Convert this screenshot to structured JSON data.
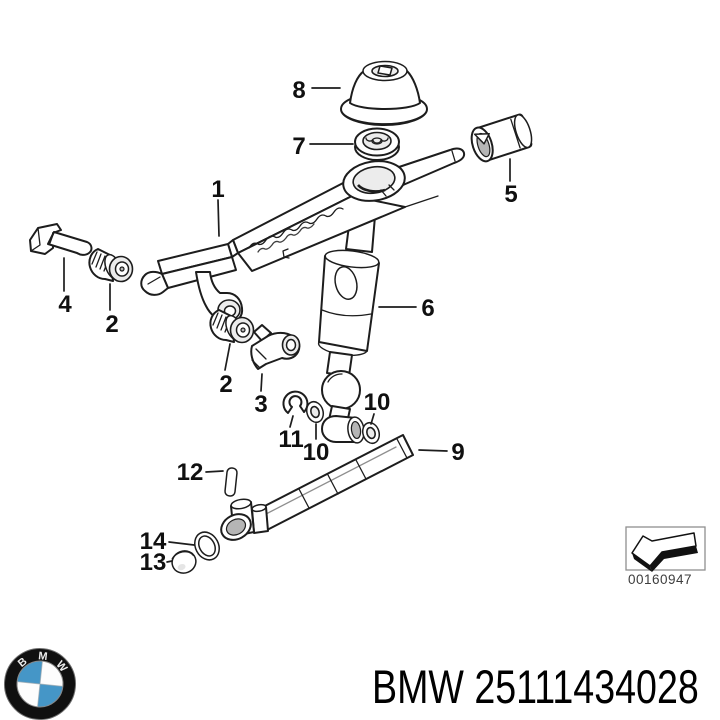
{
  "page": {
    "background": "#ffffff"
  },
  "diagram": {
    "title_hint": "gearshift linkage exploded view",
    "callouts": [
      "1",
      "2",
      "2",
      "3",
      "4",
      "5",
      "6",
      "7",
      "8",
      "9",
      "10",
      "10",
      "11",
      "12",
      "13",
      "14"
    ],
    "ref_box": {
      "code": "00160947",
      "icon": "direction-arrow"
    }
  },
  "footer": {
    "caption": "BMW 25111434028"
  },
  "logo": {
    "name": "bmw-roundel",
    "letters": [
      "B",
      "M",
      "W"
    ]
  },
  "colors": {
    "bmw_blue": "#4596c7",
    "logo_ring": "#101010",
    "line": "#1d1d1d",
    "ref_text": "#3d3d3d"
  }
}
